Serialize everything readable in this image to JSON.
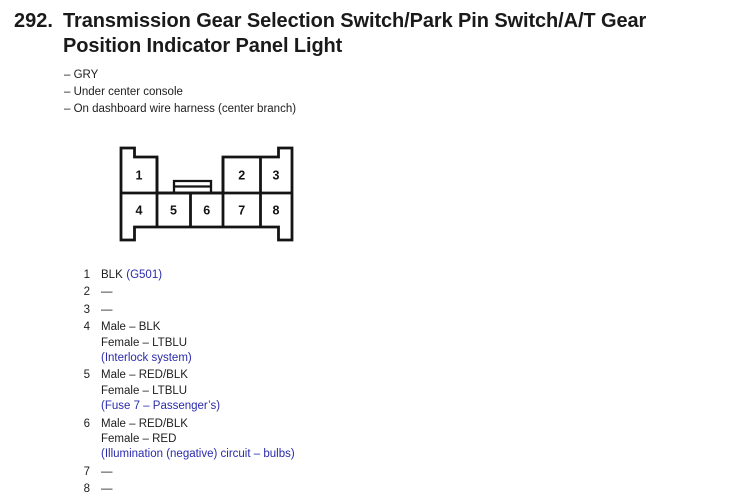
{
  "colors": {
    "background": "#ffffff",
    "text": "#1a1a1a",
    "annotation_blue": "#2a2aad",
    "diagram_line": "#141414"
  },
  "heading": {
    "number": "292.",
    "title_lines": [
      "Transmission Gear Selection Switch/Park Pin Switch/A/T Gear",
      "Position Indicator Panel Light"
    ]
  },
  "notes": [
    "– GRY",
    "– Under center console",
    "– On dashboard wire harness (center branch)"
  ],
  "connector": {
    "cavities": [
      "1",
      "2",
      "3",
      "4",
      "5",
      "6",
      "7",
      "8"
    ]
  },
  "pins": [
    {
      "num": "1",
      "line1": "BLK",
      "note": "(G501)"
    },
    {
      "num": "2",
      "line1": "—"
    },
    {
      "num": "3",
      "line1": "—"
    },
    {
      "num": "4",
      "line1": "Male – BLK",
      "line2": "Female – LTBLU",
      "note": "(Interlock system)"
    },
    {
      "num": "5",
      "line1": "Male – RED/BLK",
      "line2": "Female – LTBLU",
      "note": "(Fuse 7 – Passenger’s)"
    },
    {
      "num": "6",
      "line1": "Male – RED/BLK",
      "line2": "Female – RED",
      "note": "(Illumination (negative) circuit – bulbs)"
    },
    {
      "num": "7",
      "line1": "—"
    },
    {
      "num": "8",
      "line1": "—"
    }
  ]
}
